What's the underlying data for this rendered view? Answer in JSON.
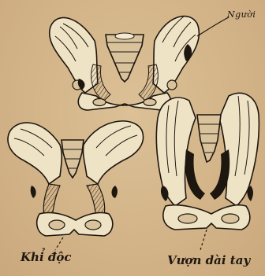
{
  "figure": {
    "labels": {
      "human": "Người",
      "monkey": "Khỉ độc",
      "gibbon": "Vượn dài tay"
    },
    "colors": {
      "background": "#d4b68c",
      "ink": "#1e1710",
      "bone": "#efe3c6",
      "bone_shade": "#cbb58e"
    }
  }
}
